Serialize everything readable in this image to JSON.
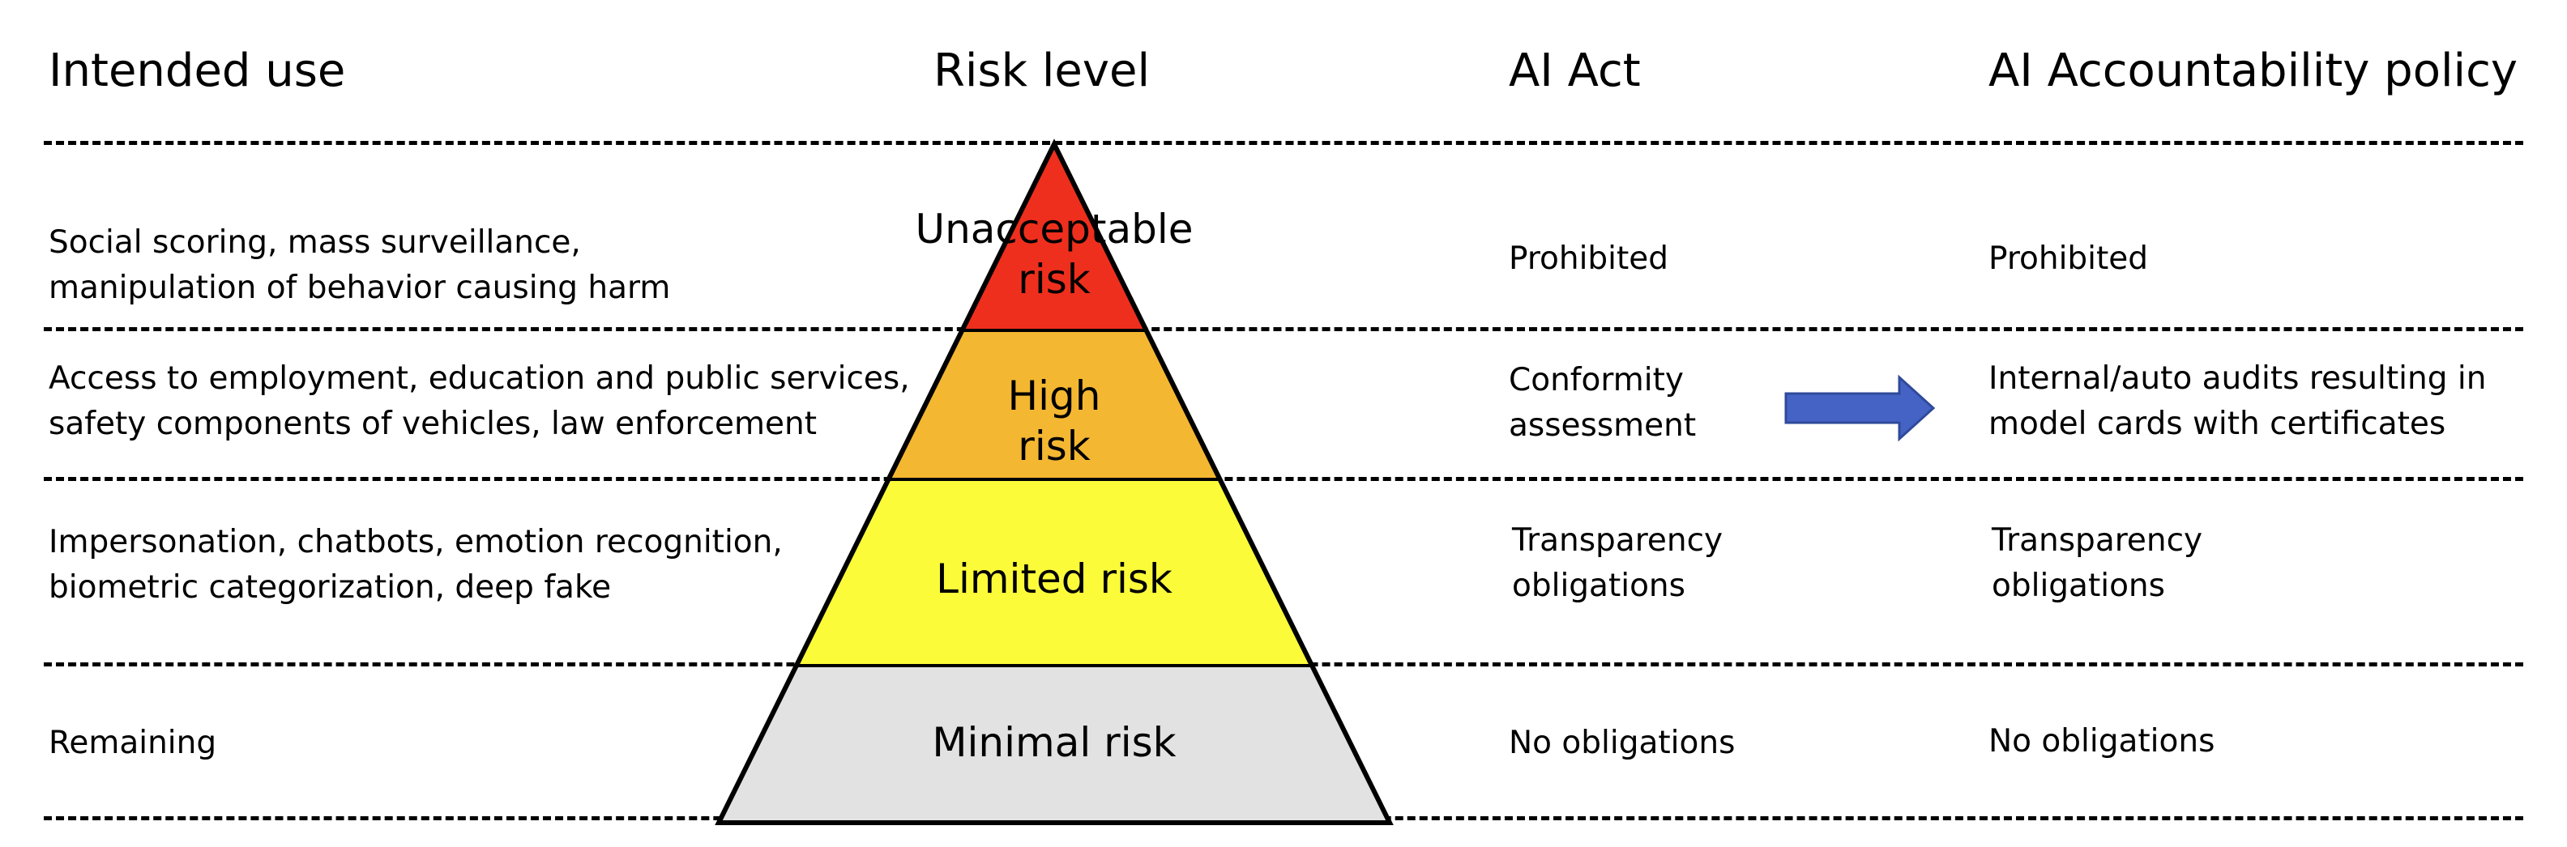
{
  "headers": {
    "intended_use": "Intended use",
    "risk_level": "Risk level",
    "ai_act": "AI Act",
    "ai_accountability": "AI Accountability policy"
  },
  "tiers": [
    {
      "use_line1": "Social scoring, mass surveillance,",
      "use_line2": "manipulation of behavior causing harm",
      "risk_line1": "Unacceptable",
      "risk_line2": "risk",
      "ai_act_line1": "Prohibited",
      "ai_act_line2": "",
      "policy_line1": "Prohibited",
      "policy_line2": "",
      "color": "#ee2f1d"
    },
    {
      "use_line1": "Access to employment, education and public services,",
      "use_line2": "safety components of vehicles, law enforcement",
      "risk_line1": "High",
      "risk_line2": "risk",
      "ai_act_line1": "Conformity",
      "ai_act_line2": "assessment",
      "policy_line1": "Internal/auto audits resulting in",
      "policy_line2": "model cards with certificates",
      "color": "#f4b731"
    },
    {
      "use_line1": "Impersonation, chatbots, emotion recognition,",
      "use_line2": "biometric categorization, deep fake",
      "risk_line1": "Limited risk",
      "risk_line2": "",
      "ai_act_line1": "Transparency",
      "ai_act_line2": "obligations",
      "policy_line1": "Transparency",
      "policy_line2": "obligations",
      "color": "#fbfb3a"
    },
    {
      "use_line1": "Remaining",
      "use_line2": "",
      "risk_line1": "Minimal risk",
      "risk_line2": "",
      "ai_act_line1": "No obligations",
      "ai_act_line2": "",
      "policy_line1": "No obligations",
      "policy_line2": "",
      "color": "#e2e2e2"
    }
  ],
  "arrow_color": "#4563c4"
}
